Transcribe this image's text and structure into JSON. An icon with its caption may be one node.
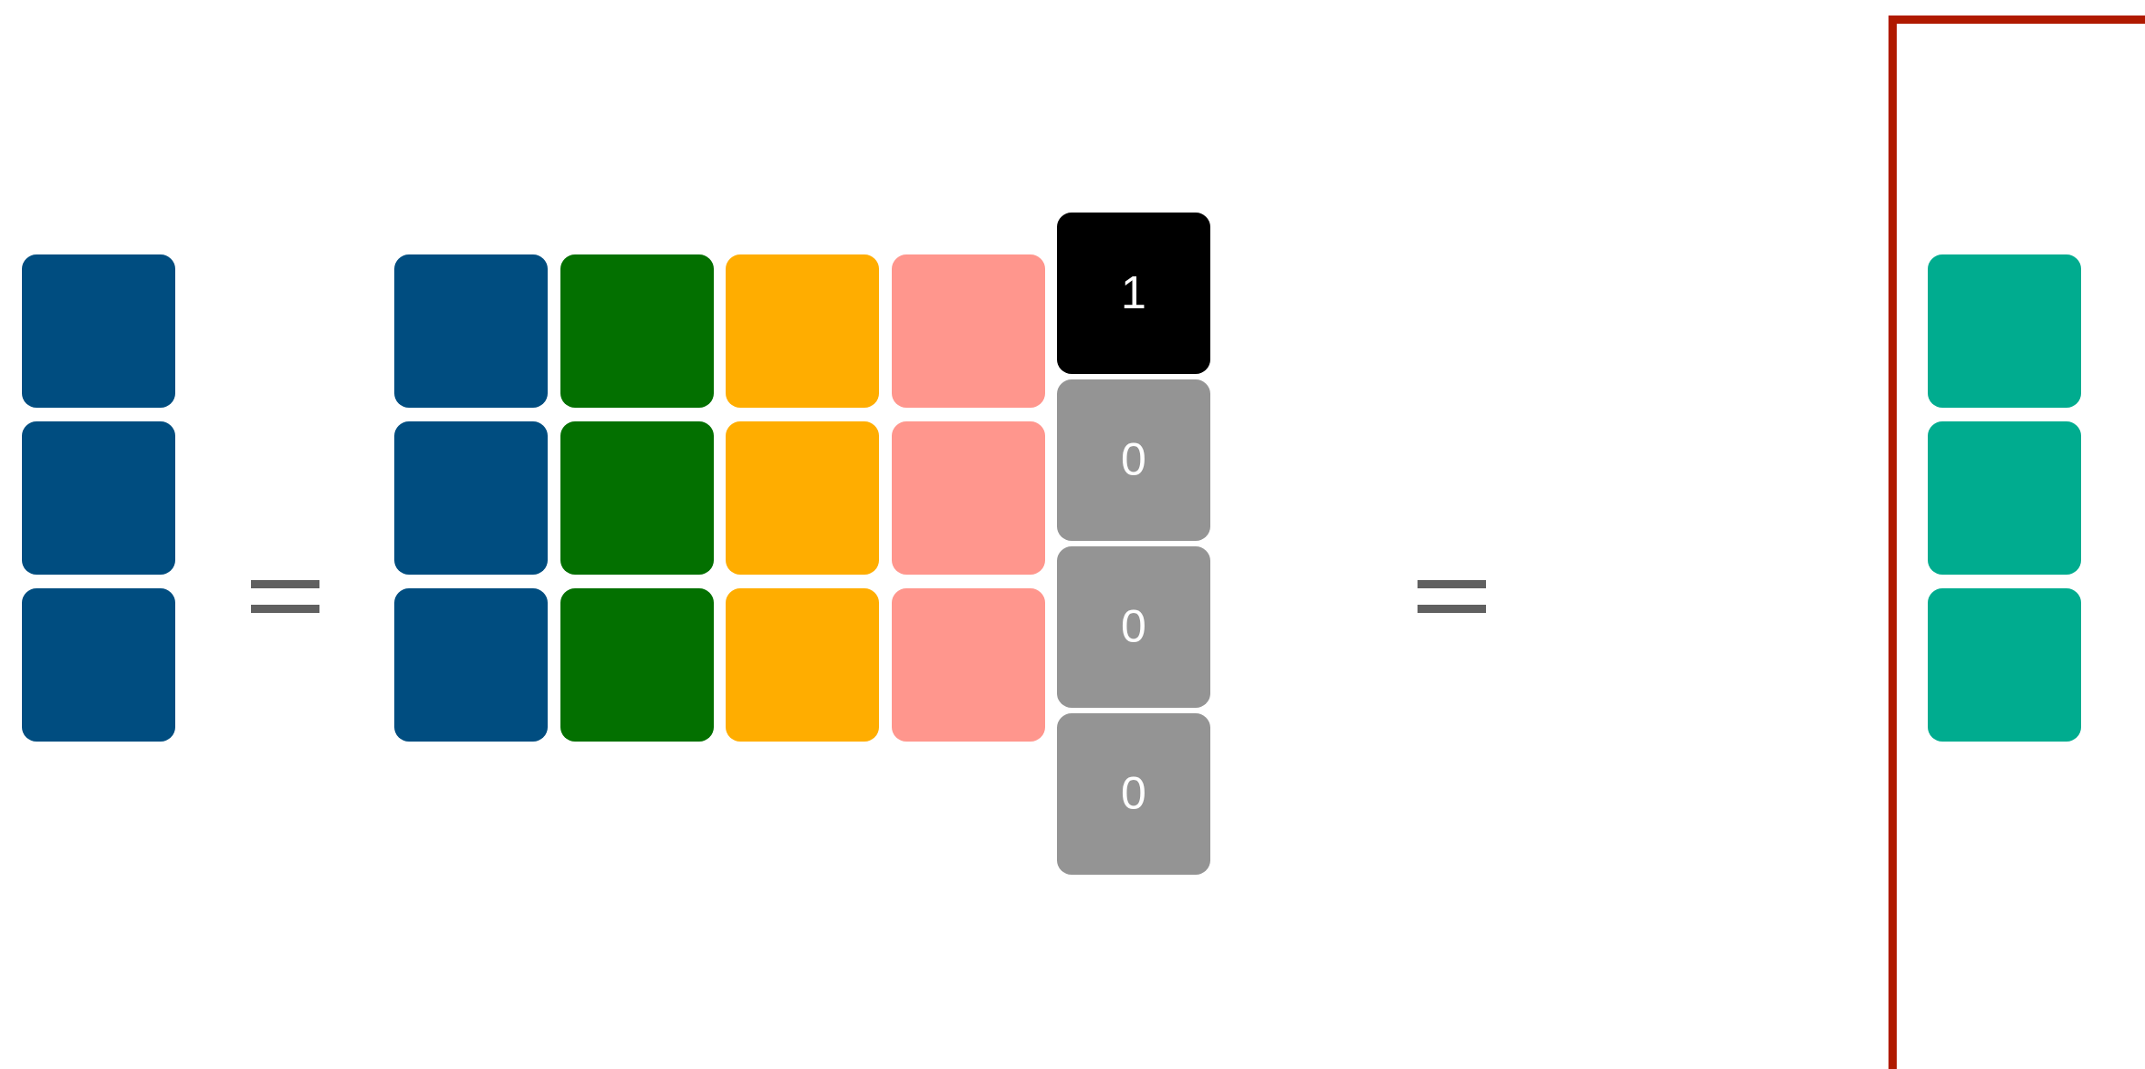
{
  "diagram": {
    "nodes": [
      {
        "text": [],
        "shape": "box"
      },
      {
        "text": [],
        "shape": "box"
      },
      {
        "text": [],
        "shape": "box"
      },
      {
        "text": [],
        "shape": "box"
      },
      {
        "text": [],
        "shape": "box"
      },
      {
        "text": [],
        "shape": "box"
      },
      {
        "text": [],
        "shape": "box"
      },
      {
        "text": [],
        "shape": "box"
      },
      {
        "text": [],
        "shape": "box"
      },
      {
        "text": [],
        "shape": "box"
      },
      {
        "text": [],
        "shape": "box"
      },
      {
        "text": [],
        "shape": "box"
      },
      {
        "text": [],
        "shape": "box"
      },
      {
        "text": [],
        "shape": "box"
      },
      {
        "text": [],
        "shape": "box"
      },
      {
        "text": [
          "1"
        ]
      },
      {
        "text": [
          "0"
        ]
      },
      {
        "text": [
          "0"
        ]
      },
      {
        "text": [
          "0"
        ]
      },
      {
        "text": [],
        "shape": "box"
      },
      {
        "text": [],
        "shape": "box",
        "in": 19
      },
      {
        "text": [],
        "shape": "box",
        "in": 19
      },
      {
        "text": [],
        "shape": "box",
        "in": 19
      }
    ]
  }
}
